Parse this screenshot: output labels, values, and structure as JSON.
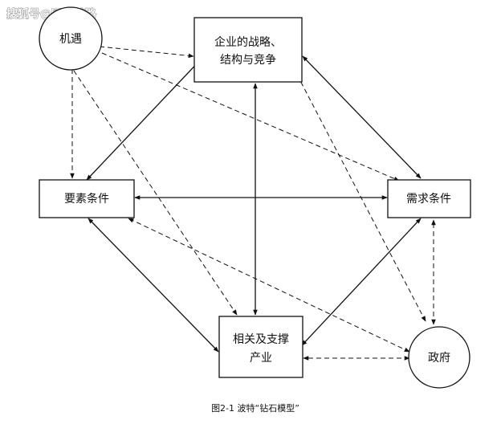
{
  "watermark": "搜狐号@园区茶路",
  "nodes": {
    "chance": "机遇",
    "strategy_line1": "企业的战略、",
    "strategy_line2": "结构与竞争",
    "factor": "要素条件",
    "demand": "需求条件",
    "related_line1": "相关及支撑",
    "related_line2": "产业",
    "government": "政府"
  },
  "caption": "图2-1 波特“钻石模型”"
}
